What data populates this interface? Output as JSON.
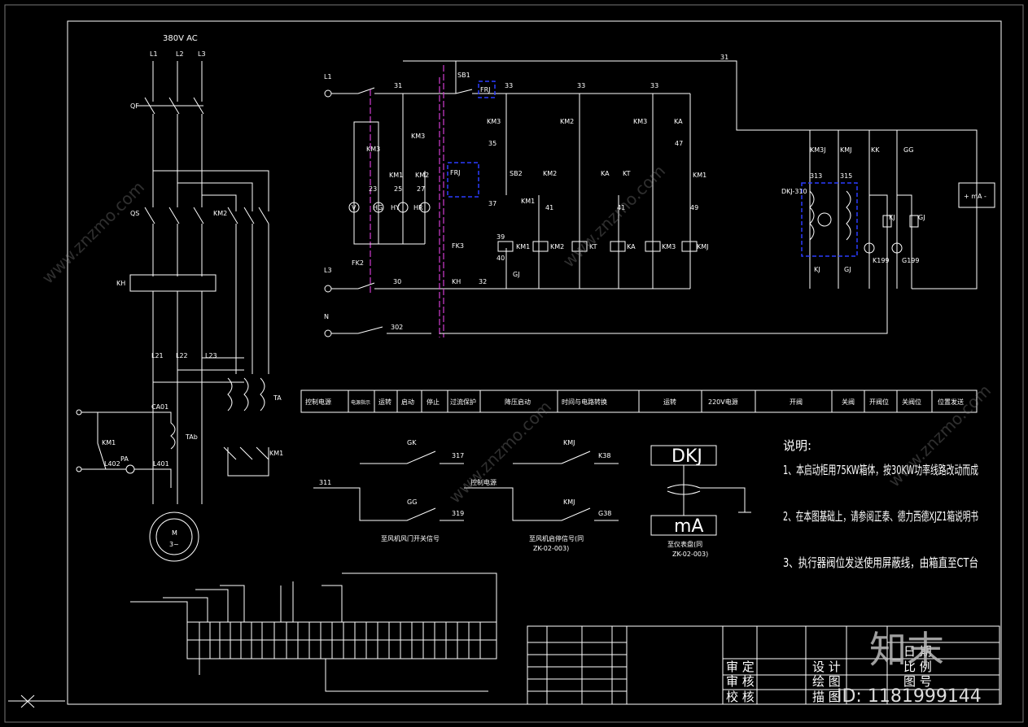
{
  "power": {
    "voltage": "380V AC",
    "phases": [
      "L1",
      "L2",
      "L3"
    ],
    "labels": {
      "qf": "QF",
      "qs": "QS",
      "km2": "KM2",
      "kh": "KH",
      "l21": "L21",
      "l23": "L23",
      "l22": "L22",
      "ta": "TA",
      "km1": "KM1",
      "ca": "CA01",
      "tab": "TAb",
      "pa": "PA",
      "l401": "L401",
      "l402": "L402",
      "motor": "M",
      "motor_sub": "3~"
    }
  },
  "control": {
    "lines": [
      "L1",
      "L3",
      "N"
    ],
    "wires": [
      "31",
      "31",
      "33",
      "33",
      "33",
      "30",
      "32",
      "302",
      "35",
      "37",
      "39",
      "40",
      "41",
      "41",
      "47",
      "49",
      "23",
      "25",
      "27"
    ],
    "labels": [
      "SB1",
      "FRJ",
      "KM3",
      "KM2",
      "KM3",
      "KA",
      "FRJ",
      "SB2",
      "KM2",
      "KA",
      "KM1",
      "KM3",
      "KM1",
      "KT",
      "FK2",
      "FK3",
      "KH",
      "GJ",
      "KM1",
      "KM2",
      "KT",
      "KA",
      "KM3",
      "KMJ",
      "KM3",
      "KM1",
      "KM2",
      "HG",
      "HY",
      "HR",
      "V"
    ]
  },
  "actuator": {
    "wire": "31",
    "device": "DKJ-310",
    "labels": [
      "KM3J",
      "KMJ",
      "KK",
      "GG",
      "313",
      "315",
      "KJ",
      "GJ",
      "KJ",
      "GJ",
      "K199",
      "G199"
    ],
    "supply": "+ mA -"
  },
  "table_header": [
    "控制电源",
    "电源指示",
    "运转",
    "启动",
    "停止",
    "过流保护",
    "降压启动",
    "时间与电路转换",
    "运转",
    "220V电源",
    "开阀",
    "关阀",
    "开阀位",
    "关阀位",
    "位置发送"
  ],
  "details": {
    "left": {
      "in": "311",
      "top": "GK",
      "top_out": "317",
      "bot": "GG",
      "bot_out": "319",
      "caption": "至风机风门开关信号"
    },
    "mid": {
      "in": "控制电源",
      "top": "KMJ",
      "top_out": "K38",
      "bot": "KMJ",
      "bot_out": "G38",
      "caption": "至风机启停信号(同",
      "caption2": "ZK-02-003)"
    },
    "dkj": {
      "top": "DKJ",
      "bot": "mA",
      "caption": "至仪表盘(同",
      "caption2": "ZK-02-003)"
    }
  },
  "notes": {
    "title": "说明:",
    "items": [
      "1、本启动柜用75KW箱体，按30KW功率线路改动而成",
      "2、在本图基础上，请参阅正泰、德力西德XJZ1箱说明书",
      "3、执行器阀位发送使用屏蔽线，由箱直至CT台"
    ]
  },
  "titleblock": {
    "left": [
      "审 定",
      "审 核",
      "校 核"
    ],
    "mid": [
      "设 计",
      "绘 图",
      "描 图"
    ],
    "right": [
      "日 期",
      "比 例",
      "图 号"
    ]
  },
  "watermark": {
    "brand": "知末",
    "id": "ID: 1181999144",
    "site": "www.znzmo.com"
  }
}
